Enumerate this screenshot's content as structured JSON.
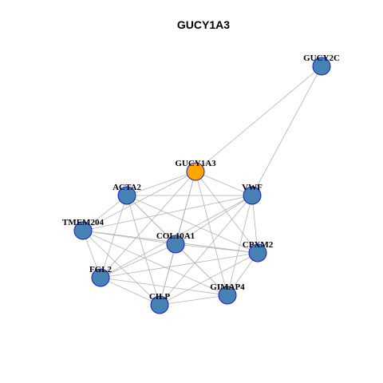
{
  "title": "GUCY1A3",
  "colors": {
    "center_node": "#FFA500",
    "other_node": "#4682B4",
    "node_border": "#1A1ACD",
    "edge": "#B3B3B3"
  },
  "nodes": [
    {
      "id": "GUCY2C",
      "label": "GUCY2C",
      "role": "neighbor"
    },
    {
      "id": "GUCY1A3",
      "label": "GUCY1A3",
      "role": "center"
    },
    {
      "id": "ACTA2",
      "label": "ACTA2",
      "role": "neighbor"
    },
    {
      "id": "VWF",
      "label": "VWF",
      "role": "neighbor"
    },
    {
      "id": "TMEM204",
      "label": "TMEM204",
      "role": "neighbor"
    },
    {
      "id": "COL10A1",
      "label": "COL10A1",
      "role": "neighbor"
    },
    {
      "id": "CPXM2",
      "label": "CPXM2",
      "role": "neighbor"
    },
    {
      "id": "FGL2",
      "label": "FGL2",
      "role": "neighbor"
    },
    {
      "id": "GIMAP4",
      "label": "GIMAP4",
      "role": "neighbor"
    },
    {
      "id": "CILP",
      "label": "CILP",
      "role": "neighbor"
    }
  ],
  "edges": [
    [
      "GUCY2C",
      "GUCY1A3"
    ],
    [
      "GUCY2C",
      "VWF"
    ],
    [
      "GUCY1A3",
      "ACTA2"
    ],
    [
      "GUCY1A3",
      "VWF"
    ],
    [
      "GUCY1A3",
      "TMEM204"
    ],
    [
      "GUCY1A3",
      "COL10A1"
    ],
    [
      "GUCY1A3",
      "CPXM2"
    ],
    [
      "GUCY1A3",
      "FGL2"
    ],
    [
      "GUCY1A3",
      "GIMAP4"
    ],
    [
      "GUCY1A3",
      "CILP"
    ],
    [
      "ACTA2",
      "VWF"
    ],
    [
      "ACTA2",
      "TMEM204"
    ],
    [
      "ACTA2",
      "COL10A1"
    ],
    [
      "ACTA2",
      "CPXM2"
    ],
    [
      "ACTA2",
      "FGL2"
    ],
    [
      "ACTA2",
      "GIMAP4"
    ],
    [
      "ACTA2",
      "CILP"
    ],
    [
      "VWF",
      "TMEM204"
    ],
    [
      "VWF",
      "COL10A1"
    ],
    [
      "VWF",
      "CPXM2"
    ],
    [
      "VWF",
      "FGL2"
    ],
    [
      "VWF",
      "GIMAP4"
    ],
    [
      "VWF",
      "CILP"
    ],
    [
      "TMEM204",
      "COL10A1"
    ],
    [
      "TMEM204",
      "CPXM2"
    ],
    [
      "TMEM204",
      "FGL2"
    ],
    [
      "TMEM204",
      "GIMAP4"
    ],
    [
      "TMEM204",
      "CILP"
    ],
    [
      "COL10A1",
      "CPXM2"
    ],
    [
      "COL10A1",
      "FGL2"
    ],
    [
      "COL10A1",
      "GIMAP4"
    ],
    [
      "COL10A1",
      "CILP"
    ],
    [
      "CPXM2",
      "FGL2"
    ],
    [
      "CPXM2",
      "GIMAP4"
    ],
    [
      "CPXM2",
      "CILP"
    ],
    [
      "FGL2",
      "GIMAP4"
    ],
    [
      "FGL2",
      "CILP"
    ],
    [
      "GIMAP4",
      "CILP"
    ]
  ]
}
